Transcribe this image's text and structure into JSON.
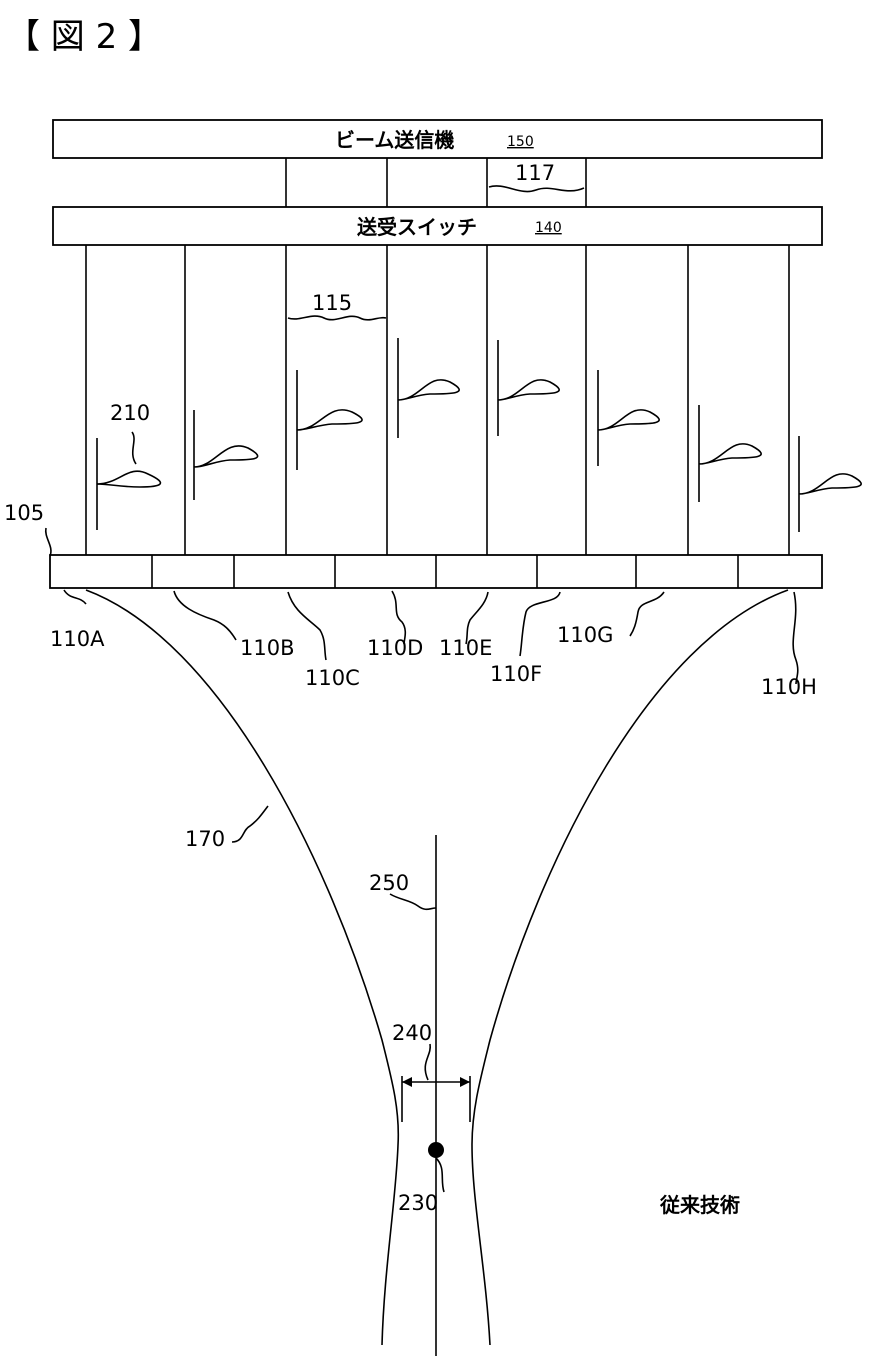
{
  "figure_label": "【 図 2 】",
  "transmitter": {
    "label": "ビーム送信機",
    "ref": "150"
  },
  "switch": {
    "label": "送受スイッチ",
    "ref": "140"
  },
  "labels": {
    "l117": "117",
    "l115": "115",
    "l210": "210",
    "l105": "105",
    "l110A": "110A",
    "l110B": "110B",
    "l110C": "110C",
    "l110D": "110D",
    "l110E": "110E",
    "l110F": "110F",
    "l110G": "110G",
    "l110H": "110H",
    "l170": "170",
    "l250": "250",
    "l240": "240",
    "l230": "230"
  },
  "caption": "従来技術"
}
